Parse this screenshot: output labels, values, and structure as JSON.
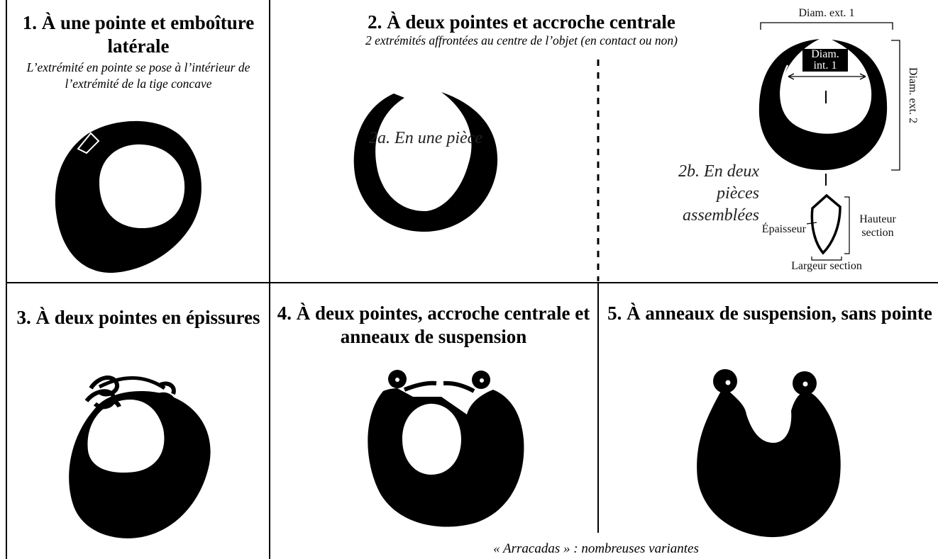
{
  "colors": {
    "ink": "#000000",
    "background": "#ffffff"
  },
  "cells": {
    "c1": {
      "title": "1. À une pointe et emboîture latérale",
      "subtitle": "L’extrémité en pointe se pose à l’intérieur de l’extrémité de la tige concave"
    },
    "c2": {
      "title": "2. À deux pointes et accroche centrale",
      "subtitle": "2 extrémités affrontées au centre de l’objet (en contact ou non)",
      "label_a": "2a. En une pièce",
      "label_b": "2b. En deux pièces assemblées"
    },
    "c3": {
      "title": "3. À deux pointes en épissures"
    },
    "c4": {
      "title": "4. À deux pointes, accroche centrale et anneaux de suspension"
    },
    "c5": {
      "title": "5. À anneaux de suspension, sans pointe"
    }
  },
  "measurements": {
    "diam_ext_1": "Diam. ext. 1",
    "diam_int_1": "Diam. int. 1",
    "diam_ext_2": "Diam. ext. 2",
    "epaisseur": "Épaisseur",
    "hauteur_section": "Hauteur section",
    "largeur_section": "Largeur section"
  },
  "footer": {
    "arracadas": "« Arracadas » : nombreuses variantes"
  }
}
